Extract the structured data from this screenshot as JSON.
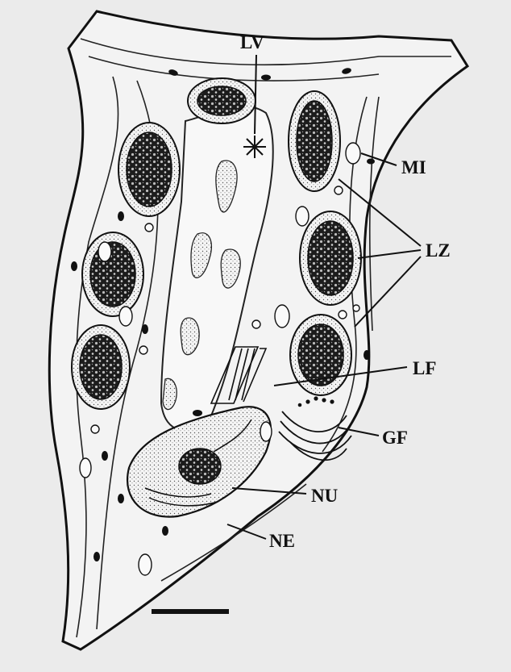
{
  "figure": {
    "labels": {
      "lv": "LV",
      "mi": "MI",
      "lz": "LZ",
      "lf": "LF",
      "gf": "GF",
      "nu": "NU",
      "ne": "NE"
    }
  },
  "colors": {
    "background": "#ebebeb",
    "tissue": "#f3f3f3",
    "ink": "#111111",
    "granule_fill": "#2a2a2a"
  }
}
